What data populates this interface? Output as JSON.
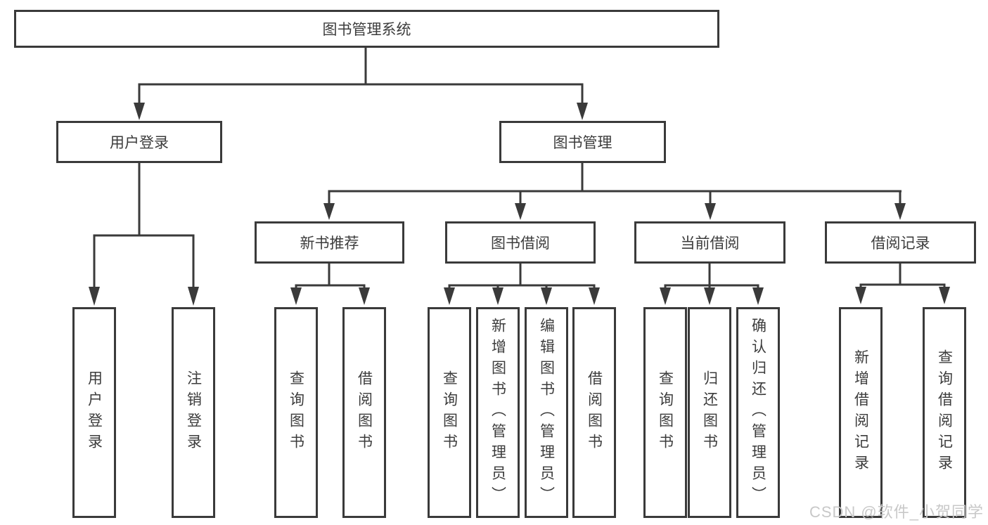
{
  "diagram": {
    "root": "图书管理系统",
    "branches": [
      {
        "label": "用户登录",
        "children": [
          {
            "label": "用户登录"
          },
          {
            "label": "注销登录"
          }
        ]
      },
      {
        "label": "图书管理",
        "children": [
          {
            "label": "新书推荐",
            "children": [
              {
                "label": "查询图书"
              },
              {
                "label": "借阅图书"
              }
            ]
          },
          {
            "label": "图书借阅",
            "children": [
              {
                "label": "查询图书"
              },
              {
                "label": "新增图书（管理员）"
              },
              {
                "label": "编辑图书（管理员）"
              },
              {
                "label": "借阅图书"
              }
            ]
          },
          {
            "label": "当前借阅",
            "children": [
              {
                "label": "查询图书"
              },
              {
                "label": "归还图书"
              },
              {
                "label": "确认归还（管理员）"
              }
            ]
          },
          {
            "label": "借阅记录",
            "children": [
              {
                "label": "新增借阅记录"
              },
              {
                "label": "查询借阅记录"
              }
            ]
          }
        ]
      }
    ]
  },
  "watermark": {
    "text": "CSDN @软件_小贺同学"
  },
  "colors": {
    "line": "#3a3a3a",
    "text": "#3c3c3c",
    "watermark": "#c8c8c8",
    "background": "#ffffff"
  }
}
